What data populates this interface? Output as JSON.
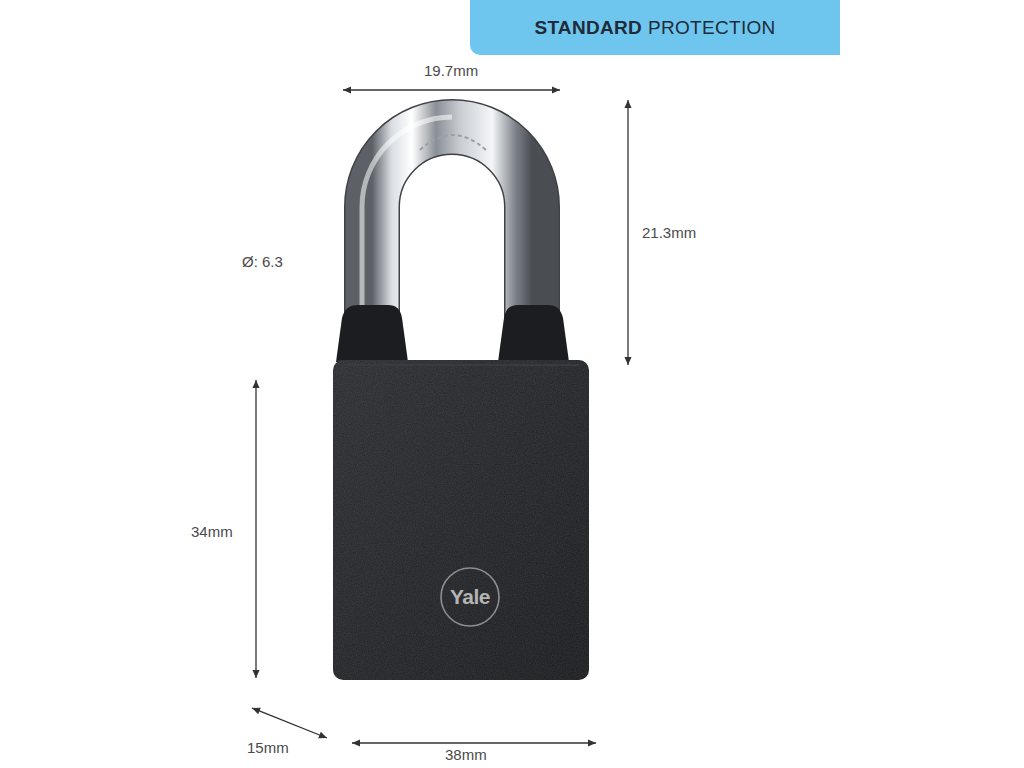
{
  "diagram": {
    "nodes": [
      {
        "text": [
          "STANDARD",
          "PROTECTION"
        ]
      }
    ],
    "labels": [
      "19.7mm",
      "Ø: 6.3",
      "21.3mm",
      "34mm",
      "Yale",
      "15mm",
      "38mm"
    ]
  }
}
